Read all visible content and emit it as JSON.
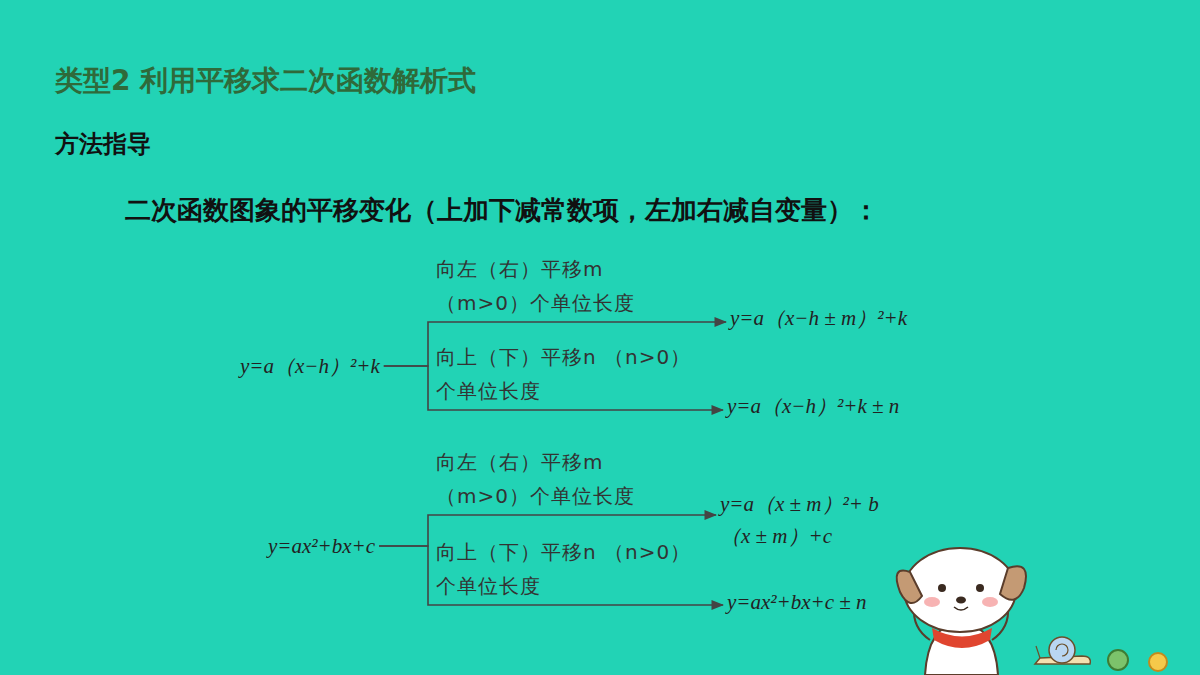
{
  "diagram": {
    "title": "类型2 利用平移求二次函数解析式",
    "nodes": [
      {
        "text": [
          "y=a（x−h）²+k"
        ]
      },
      {
        "text": [
          "y=a（x−h ± m）²+k"
        ]
      },
      {
        "text": [
          "y=a（x−h）²+k ± n"
        ]
      },
      {
        "text": [
          "y=ax²+bx+c"
        ]
      },
      {
        "text": [
          "y=a（x ± m）²+ b（x ± m）+c"
        ]
      },
      {
        "text": [
          "y=ax²+bx+c ± n"
        ]
      }
    ],
    "edges": [
      {
        "from": 0,
        "to": 1,
        "arrow": "to",
        "label": "向左（右）平移m （m>0）个单位长度"
      },
      {
        "from": 0,
        "to": 2,
        "arrow": "to",
        "label": "向上（下）平移n （n>0）个单位长度"
      },
      {
        "from": 3,
        "to": 4,
        "arrow": "to",
        "label": "向左（右）平移m （m>0）个单位长度"
      },
      {
        "from": 3,
        "to": 5,
        "arrow": "to",
        "label": "向上（下）平移n （n>0）个单位长度"
      }
    ],
    "labels": [
      "方法指导",
      "二次函数图象的平移变化（上加下减常数项，左加右减自变量）："
    ]
  }
}
